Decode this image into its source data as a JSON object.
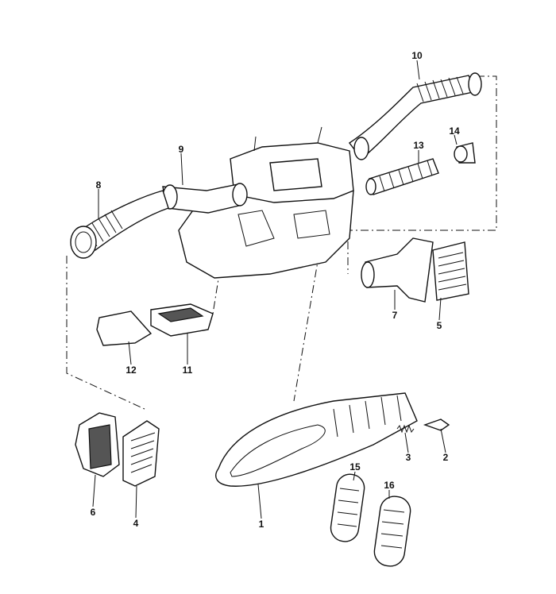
{
  "diagram": {
    "callouts": {
      "p1": "1",
      "p2": "2",
      "p3": "3",
      "p4": "4",
      "p5": "5",
      "p6": "6",
      "p7": "7",
      "p8": "8",
      "p9": "9",
      "p10": "10",
      "p11": "11",
      "p12": "12",
      "p13": "13",
      "p14": "14",
      "p15": "15",
      "p16": "16"
    }
  }
}
